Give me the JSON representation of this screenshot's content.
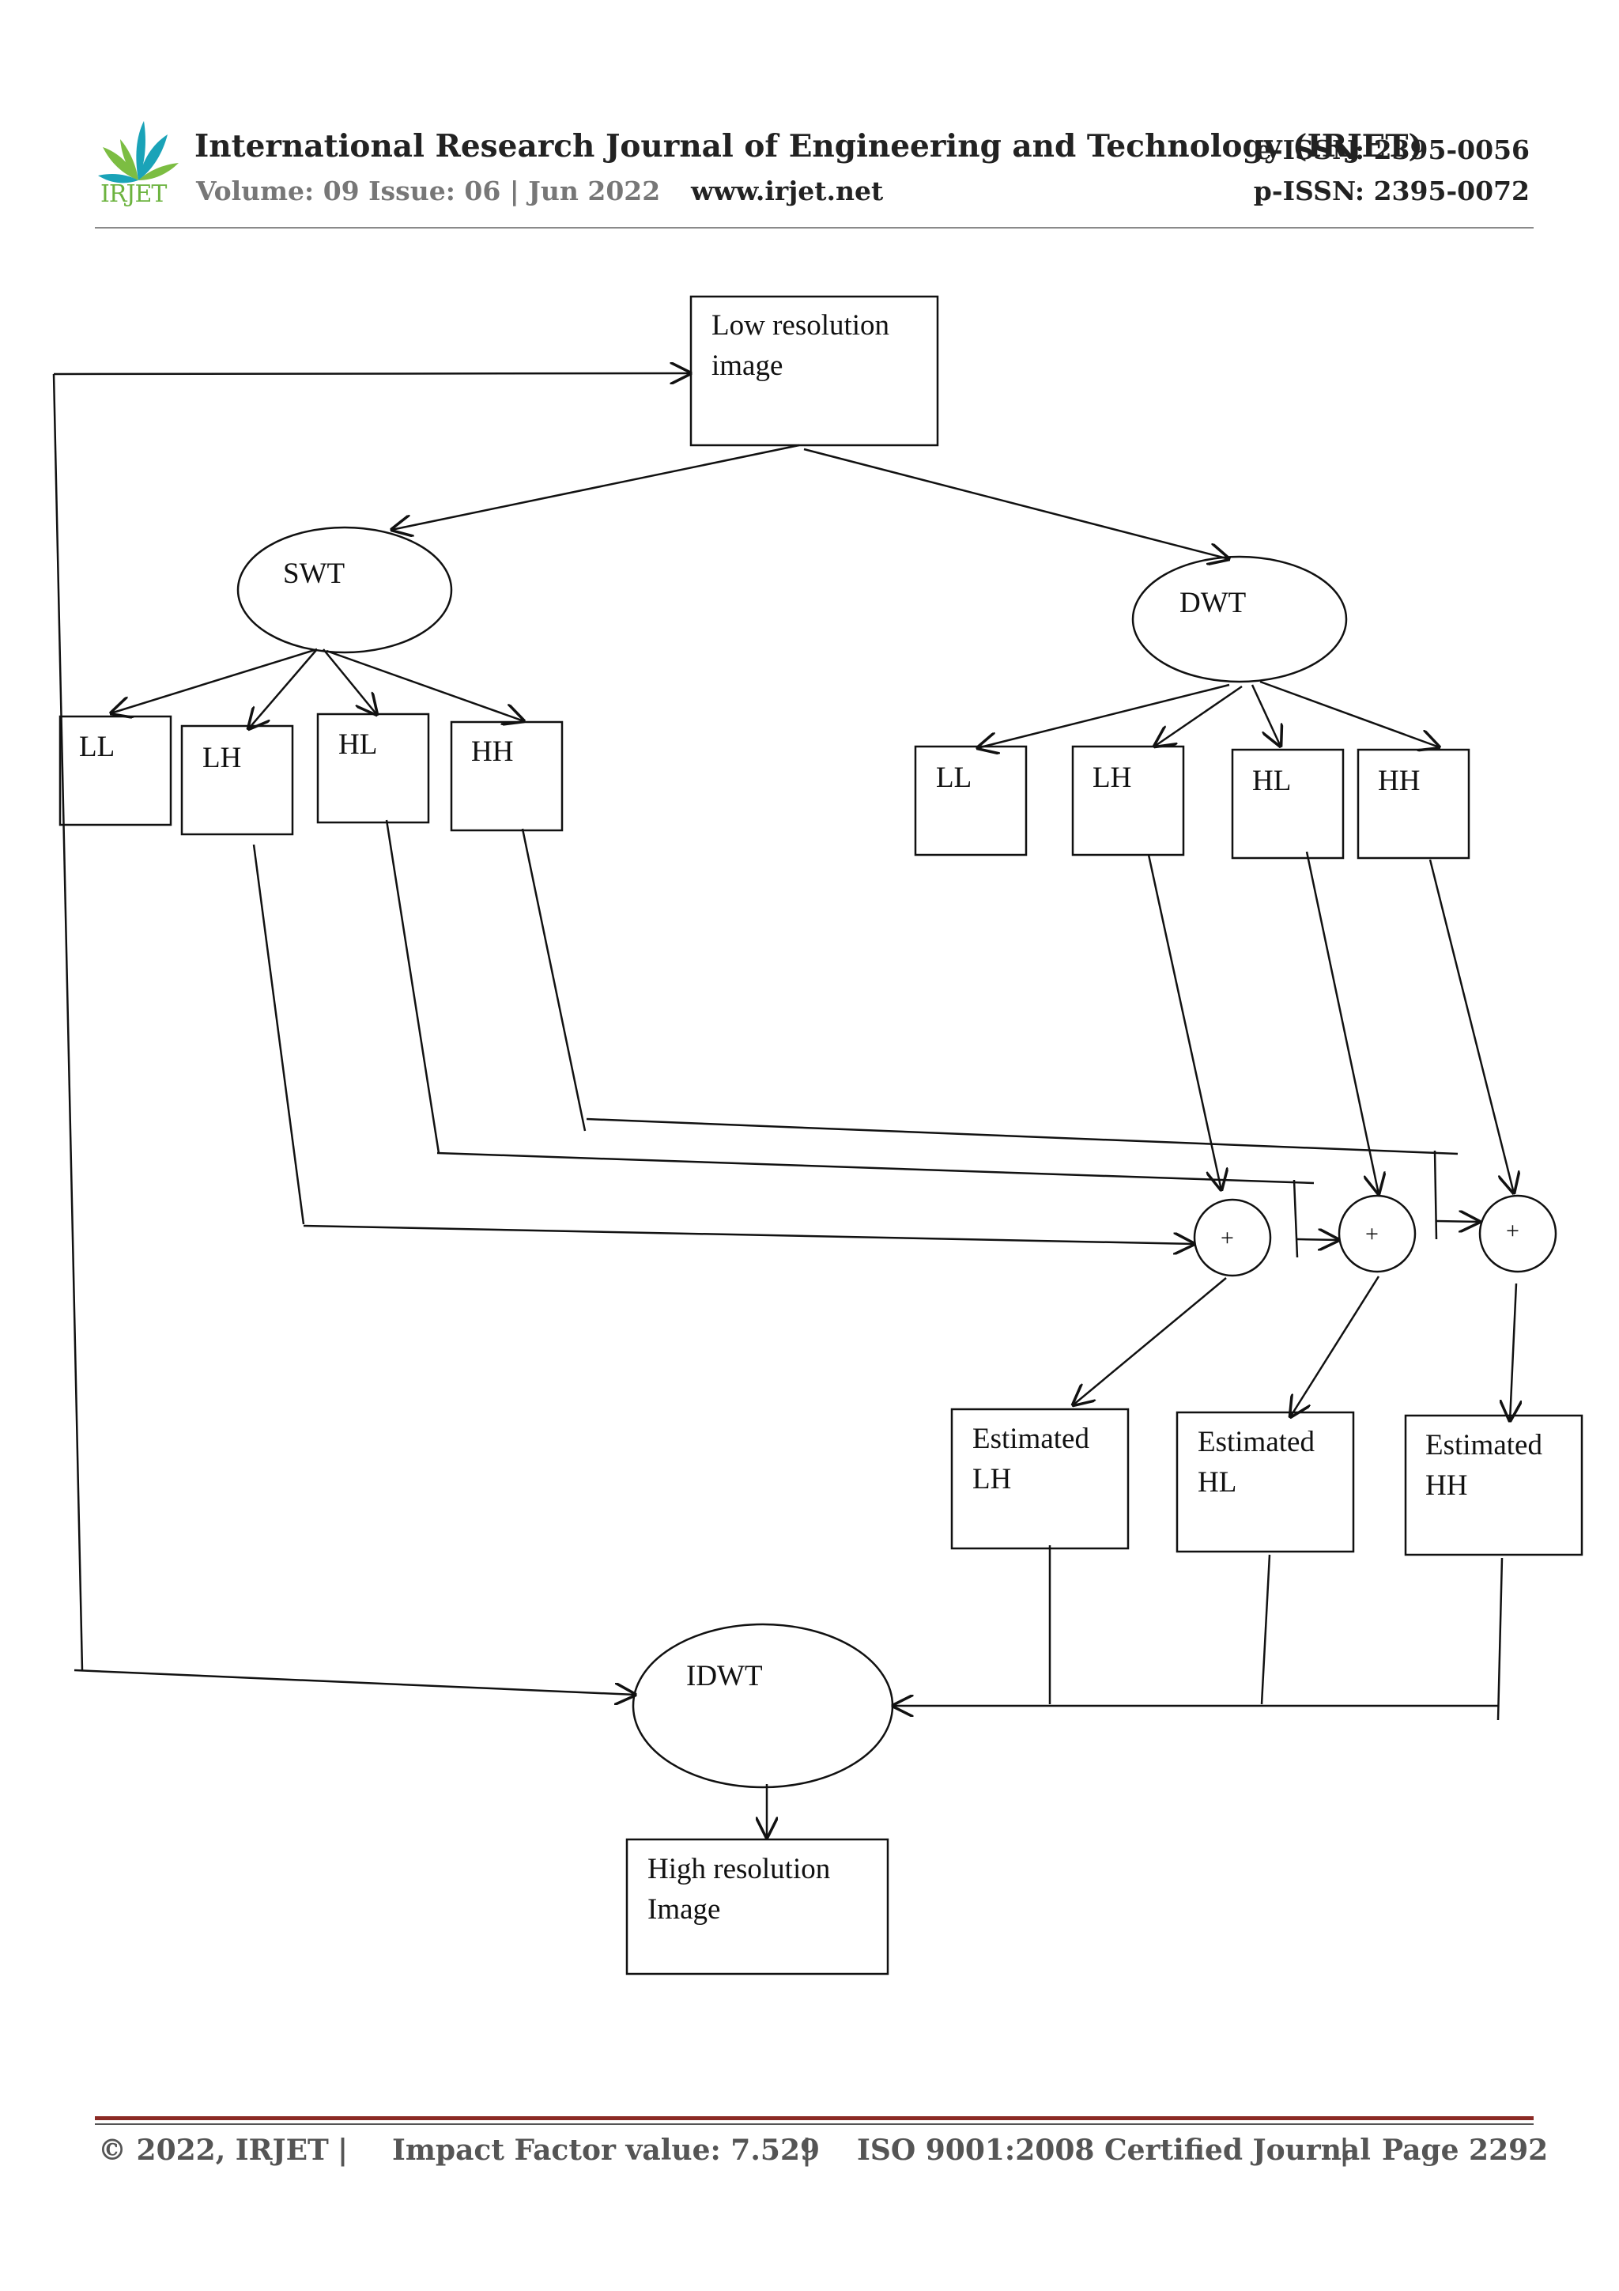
{
  "header": {
    "journal_title": "International Research Journal of Engineering and Technology (IRJET)",
    "e_issn": "e-ISSN: 2395-0056",
    "p_issn": "p-ISSN: 2395-0072",
    "volume": "Volume: 09 Issue: 06 | Jun 2022",
    "url": "www.irjet.net",
    "logo_text": "IRJET",
    "logo_colors": {
      "teal": "#1aa3b8",
      "green": "#7cbd42"
    }
  },
  "diagram": {
    "input": {
      "line1": "Low resolution",
      "line2": "image"
    },
    "swt": {
      "label": "SWT",
      "bands": [
        "LL",
        "LH",
        "HL",
        "HH"
      ]
    },
    "dwt": {
      "label": "DWT",
      "bands": [
        "LL",
        "LH",
        "HL",
        "HH"
      ]
    },
    "adders": [
      "+",
      "+",
      "+"
    ],
    "estimated": [
      {
        "line1": "Estimated",
        "line2": "LH"
      },
      {
        "line1": "Estimated",
        "line2": "HL"
      },
      {
        "line1": "Estimated",
        "line2": "HH"
      }
    ],
    "idwt": {
      "label": "IDWT"
    },
    "output": {
      "line1": "High resolution",
      "line2": "Image"
    }
  },
  "footer": {
    "copyright": "© 2022, IRJET",
    "sep": "|",
    "impact": "Impact Factor value: 7.529",
    "iso": "ISO 9001:2008 Certified Journal",
    "page": "Page 2292"
  }
}
